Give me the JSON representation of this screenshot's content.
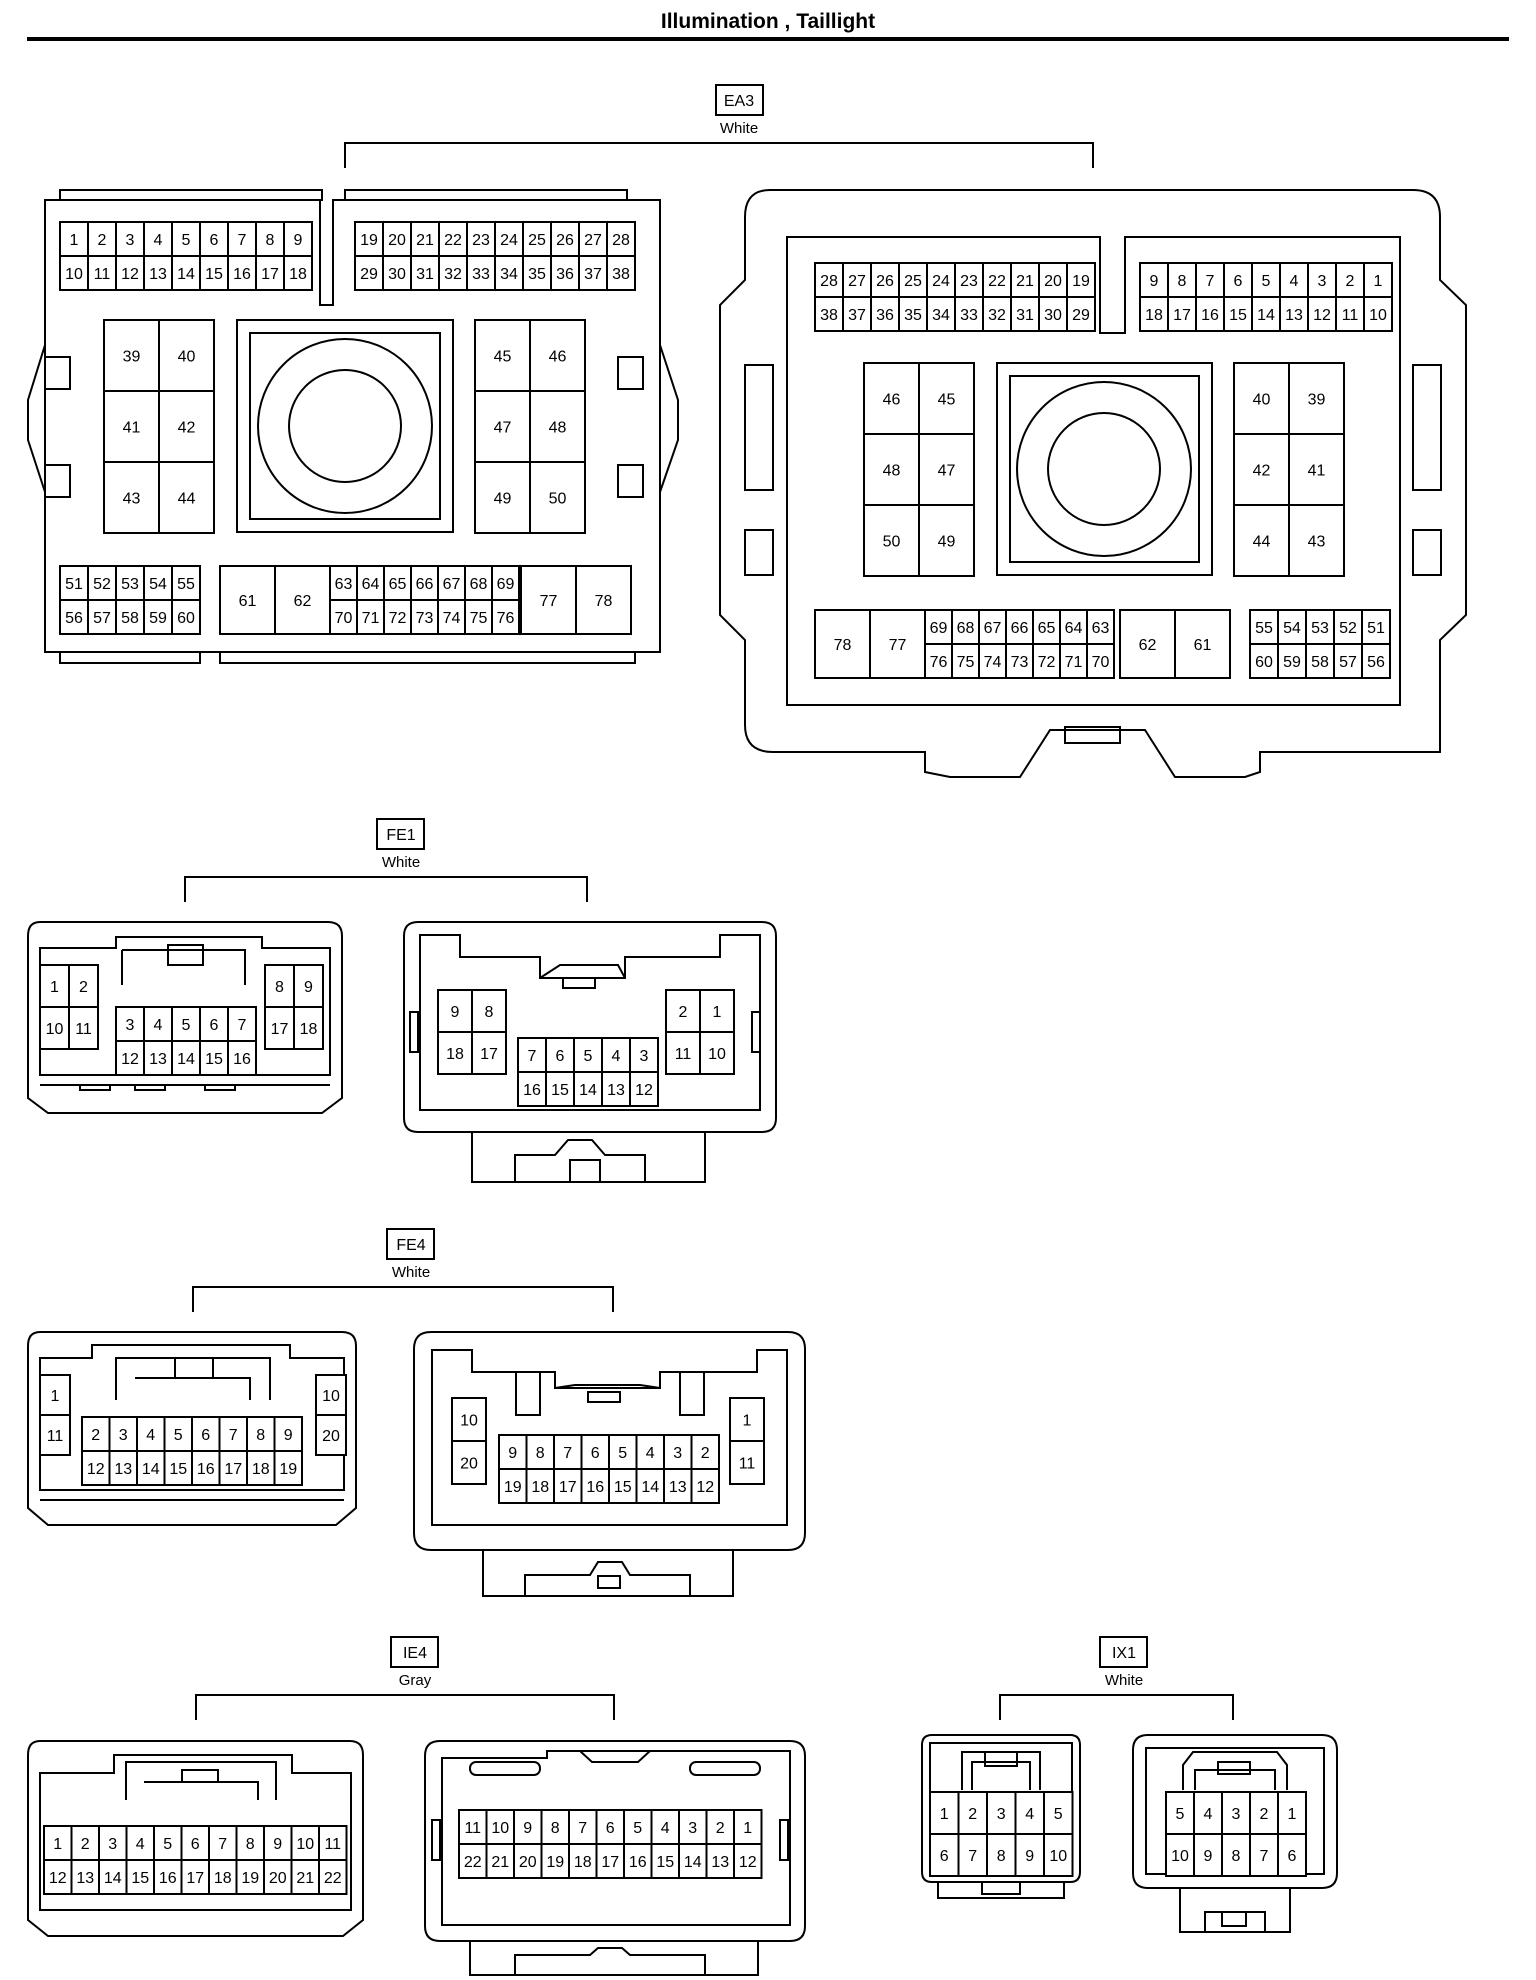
{
  "page": {
    "title": "Illumination , Taillight"
  },
  "connectors": {
    "EA3": {
      "code": "EA3",
      "color": "White"
    },
    "FE1": {
      "code": "FE1",
      "color": "White"
    },
    "FE4": {
      "code": "FE4",
      "color": "White"
    },
    "IE4": {
      "code": "IE4",
      "color": "Gray"
    },
    "IX1": {
      "code": "IX1",
      "color": "White"
    }
  },
  "pins": {
    "ea3_left_tl": [
      [
        "1",
        "2",
        "3",
        "4",
        "5",
        "6",
        "7",
        "8",
        "9"
      ],
      [
        "10",
        "11",
        "12",
        "13",
        "14",
        "15",
        "16",
        "17",
        "18"
      ]
    ],
    "ea3_left_tr": [
      [
        "19",
        "20",
        "21",
        "22",
        "23",
        "24",
        "25",
        "26",
        "27",
        "28"
      ],
      [
        "29",
        "30",
        "31",
        "32",
        "33",
        "34",
        "35",
        "36",
        "37",
        "38"
      ]
    ],
    "ea3_left_ml": [
      [
        "39",
        "40"
      ],
      [
        "41",
        "42"
      ],
      [
        "43",
        "44"
      ]
    ],
    "ea3_left_mr": [
      [
        "45",
        "46"
      ],
      [
        "47",
        "48"
      ],
      [
        "49",
        "50"
      ]
    ],
    "ea3_left_bl": [
      [
        "51",
        "52",
        "53",
        "54",
        "55"
      ],
      [
        "56",
        "57",
        "58",
        "59",
        "60"
      ]
    ],
    "ea3_left_bsingle1": [
      "61",
      "62"
    ],
    "ea3_left_bgrid": [
      [
        "63",
        "64",
        "65",
        "66",
        "67",
        "68",
        "69"
      ],
      [
        "70",
        "71",
        "72",
        "73",
        "74",
        "75",
        "76"
      ]
    ],
    "ea3_left_bsingle2": [
      "77",
      "78"
    ],
    "ea3_right_tl": [
      [
        "28",
        "27",
        "26",
        "25",
        "24",
        "23",
        "22",
        "21",
        "20",
        "19"
      ],
      [
        "38",
        "37",
        "36",
        "35",
        "34",
        "33",
        "32",
        "31",
        "30",
        "29"
      ]
    ],
    "ea3_right_tr": [
      [
        "9",
        "8",
        "7",
        "6",
        "5",
        "4",
        "3",
        "2",
        "1"
      ],
      [
        "18",
        "17",
        "16",
        "15",
        "14",
        "13",
        "12",
        "11",
        "10"
      ]
    ],
    "ea3_right_ml": [
      [
        "46",
        "45"
      ],
      [
        "48",
        "47"
      ],
      [
        "50",
        "49"
      ]
    ],
    "ea3_right_mr": [
      [
        "40",
        "39"
      ],
      [
        "42",
        "41"
      ],
      [
        "44",
        "43"
      ]
    ],
    "ea3_right_bsingle1": [
      "78",
      "77"
    ],
    "ea3_right_bgrid": [
      [
        "69",
        "68",
        "67",
        "66",
        "65",
        "64",
        "63"
      ],
      [
        "76",
        "75",
        "74",
        "73",
        "72",
        "71",
        "70"
      ]
    ],
    "ea3_right_bsingle2": [
      "62",
      "61"
    ],
    "ea3_right_br": [
      [
        "55",
        "54",
        "53",
        "52",
        "51"
      ],
      [
        "60",
        "59",
        "58",
        "57",
        "56"
      ]
    ],
    "fe1_left_l": [
      [
        "1",
        "2"
      ],
      [
        "10",
        "11"
      ]
    ],
    "fe1_left_c": [
      [
        "3",
        "4",
        "5",
        "6",
        "7"
      ],
      [
        "12",
        "13",
        "14",
        "15",
        "16"
      ]
    ],
    "fe1_left_r": [
      [
        "8",
        "9"
      ],
      [
        "17",
        "18"
      ]
    ],
    "fe1_right_l": [
      [
        "9",
        "8"
      ],
      [
        "18",
        "17"
      ]
    ],
    "fe1_right_c": [
      [
        "7",
        "6",
        "5",
        "4",
        "3"
      ],
      [
        "16",
        "15",
        "14",
        "13",
        "12"
      ]
    ],
    "fe1_right_r": [
      [
        "2",
        "1"
      ],
      [
        "11",
        "10"
      ]
    ],
    "fe4_left_l": [
      [
        "1"
      ],
      [
        "11"
      ]
    ],
    "fe4_left_c": [
      [
        "2",
        "3",
        "4",
        "5",
        "6",
        "7",
        "8",
        "9"
      ],
      [
        "12",
        "13",
        "14",
        "15",
        "16",
        "17",
        "18",
        "19"
      ]
    ],
    "fe4_left_r": [
      [
        "10"
      ],
      [
        "20"
      ]
    ],
    "fe4_right_l": [
      [
        "10"
      ],
      [
        "20"
      ]
    ],
    "fe4_right_c": [
      [
        "9",
        "8",
        "7",
        "6",
        "5",
        "4",
        "3",
        "2"
      ],
      [
        "19",
        "18",
        "17",
        "16",
        "15",
        "14",
        "13",
        "12"
      ]
    ],
    "fe4_right_r": [
      [
        "1"
      ],
      [
        "11"
      ]
    ],
    "ie4_left": [
      [
        "1",
        "2",
        "3",
        "4",
        "5",
        "6",
        "7",
        "8",
        "9",
        "10",
        "11"
      ],
      [
        "12",
        "13",
        "14",
        "15",
        "16",
        "17",
        "18",
        "19",
        "20",
        "21",
        "22"
      ]
    ],
    "ie4_right": [
      [
        "11",
        "10",
        "9",
        "8",
        "7",
        "6",
        "5",
        "4",
        "3",
        "2",
        "1"
      ],
      [
        "22",
        "21",
        "20",
        "19",
        "18",
        "17",
        "16",
        "15",
        "14",
        "13",
        "12"
      ]
    ],
    "ix1_left": [
      [
        "1",
        "2",
        "3",
        "4",
        "5"
      ],
      [
        "6",
        "7",
        "8",
        "9",
        "10"
      ]
    ],
    "ix1_right": [
      [
        "5",
        "4",
        "3",
        "2",
        "1"
      ],
      [
        "10",
        "9",
        "8",
        "7",
        "6"
      ]
    ]
  }
}
